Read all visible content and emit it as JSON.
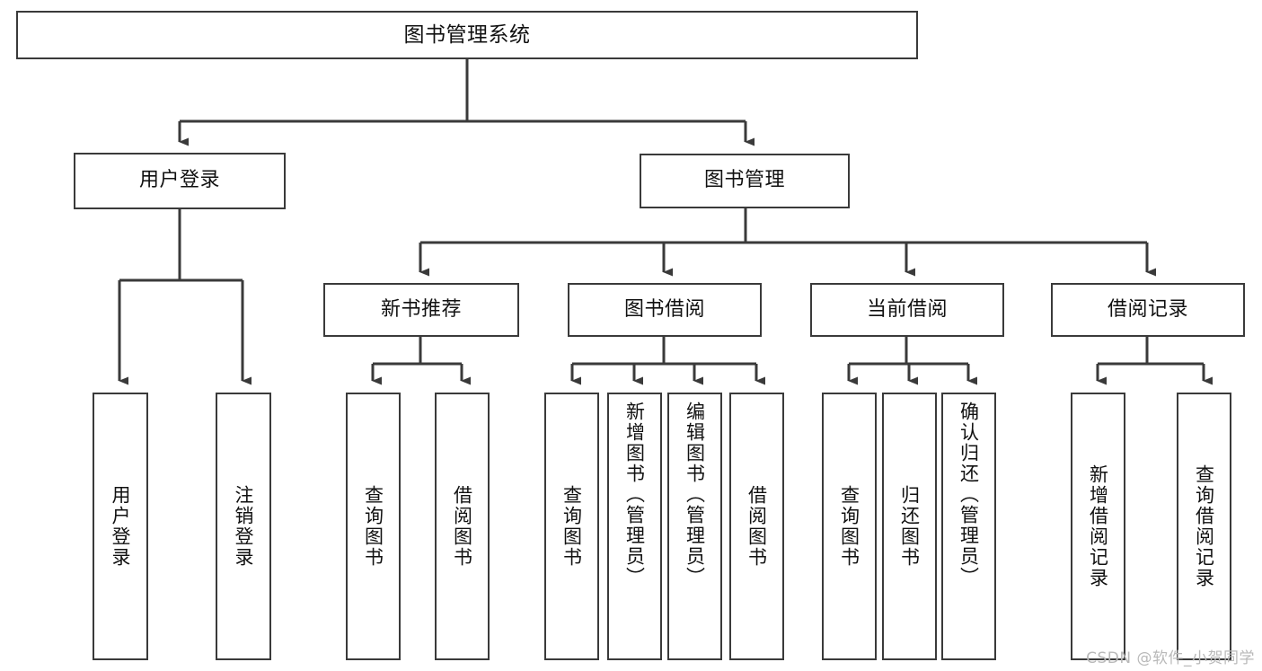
{
  "diagram": {
    "title": "图书管理系统",
    "type": "tree-hierarchy",
    "watermark": "CSDN @软件_小贺同学",
    "colors": {
      "box_border": "#3a3a3a",
      "box_fill": "#ffffff",
      "edge": "#3a3a3a",
      "text": "#111111",
      "watermark": "#b9b9b9",
      "background": "#ffffff"
    },
    "levels": {
      "root": {
        "label": "图书管理系统"
      },
      "level2": [
        {
          "id": "user-login",
          "label": "用户登录"
        },
        {
          "id": "book-management",
          "label": "图书管理"
        }
      ],
      "level3": [
        {
          "id": "new-book-recommend",
          "label": "新书推荐",
          "parent": "book-management"
        },
        {
          "id": "book-borrow",
          "label": "图书借阅",
          "parent": "book-management"
        },
        {
          "id": "current-borrow",
          "label": "当前借阅",
          "parent": "book-management"
        },
        {
          "id": "borrow-record",
          "label": "借阅记录",
          "parent": "book-management"
        }
      ],
      "leaves": [
        {
          "id": "leaf-user-login",
          "label": "用户登录",
          "parent": "user-login"
        },
        {
          "id": "leaf-logout-login",
          "label": "注销登录",
          "parent": "user-login"
        },
        {
          "id": "leaf-query-book-1",
          "label": "查询图书",
          "parent": "new-book-recommend"
        },
        {
          "id": "leaf-borrow-book-1",
          "label": "借阅图书",
          "parent": "new-book-recommend"
        },
        {
          "id": "leaf-query-book-2",
          "label": "查询图书",
          "parent": "book-borrow"
        },
        {
          "id": "leaf-add-book",
          "label": "新增图书（管理员）",
          "parent": "book-borrow"
        },
        {
          "id": "leaf-edit-book",
          "label": "编辑图书（管理员）",
          "parent": "book-borrow"
        },
        {
          "id": "leaf-borrow-book-2",
          "label": "借阅图书",
          "parent": "book-borrow"
        },
        {
          "id": "leaf-query-book-3",
          "label": "查询图书",
          "parent": "current-borrow"
        },
        {
          "id": "leaf-return-book",
          "label": "归还图书",
          "parent": "current-borrow"
        },
        {
          "id": "leaf-confirm-return",
          "label": "确认归还（管理员）",
          "parent": "current-borrow"
        },
        {
          "id": "leaf-add-borrow-record",
          "label": "新增借阅记录",
          "parent": "borrow-record"
        },
        {
          "id": "leaf-query-borrow-record",
          "label": "查询借阅记录",
          "parent": "borrow-record"
        }
      ]
    }
  }
}
